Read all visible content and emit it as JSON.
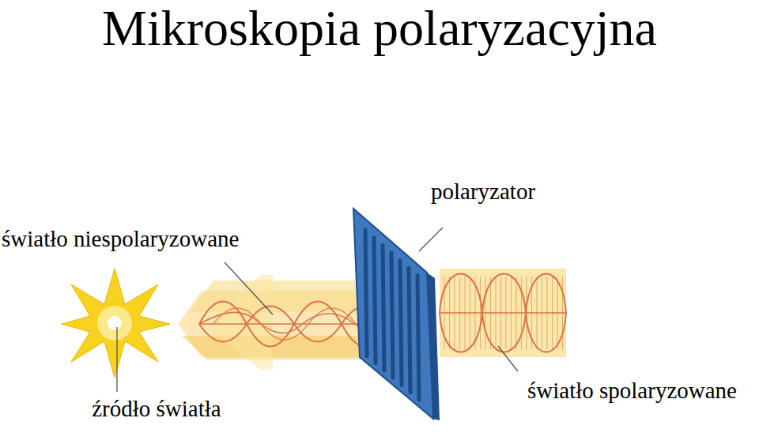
{
  "diagram": {
    "title": "Mikroskopia polaryzacyjna",
    "labels": [
      "polaryzator",
      "światło niespolaryzowane",
      "źródło światła",
      "światło spolaryzowane"
    ]
  }
}
